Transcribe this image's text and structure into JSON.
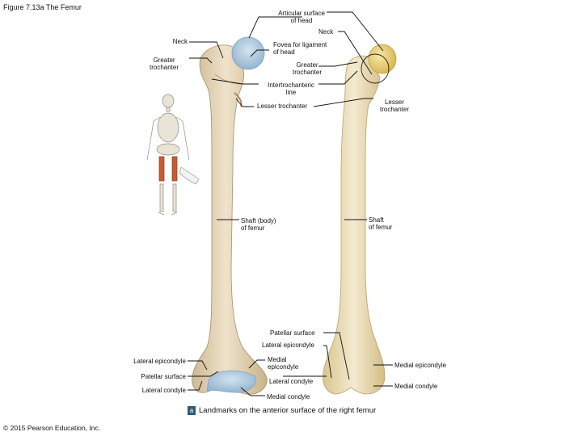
{
  "figure": {
    "title": "Figure 7.13a The Femur",
    "copyright": "© 2015 Pearson Education, Inc.",
    "panel": "a",
    "caption": "Landmarks on the anterior surface of the right femur"
  },
  "labels": {
    "articular_surface": "Articular surface\nof head",
    "neck_right": "Neck",
    "neck_left": "Neck",
    "fovea": "Fovea for ligament\nof head",
    "greater_trochanter_left": "Greater\ntrochanter",
    "greater_trochanter_mid": "Greater\ntrochanter",
    "intertrochanteric": "Intertrochanteric\nline",
    "lesser_trochanter_mid": "Lesser trochanter",
    "lesser_trochanter_right": "Lesser\ntrochanter",
    "shaft_body": "Shaft (body)\nof femur",
    "shaft_right": "Shaft\nof femur",
    "patellar_surface_mid": "Patellar surface",
    "lateral_epicondyle_mid": "Lateral epicondyle",
    "lateral_epicondyle_left": "Lateral epicondyle",
    "medial_epicondyle_mid": "Medial\nepicondyle",
    "medial_epicondyle_right": "Medial epicondyle",
    "patellar_surface_left": "Patellar surface",
    "lateral_condyle_mid": "Lateral condyle",
    "lateral_condyle_left": "Lateral condyle",
    "medial_condyle_mid": "Medial condyle",
    "medial_condyle_right": "Medial condyle"
  },
  "colors": {
    "bone_left": "#e8d9be",
    "bone_right": "#efe2b8",
    "cartilage": "#a9c6dc",
    "head_right": "#ead27a",
    "leader": "#111111"
  }
}
